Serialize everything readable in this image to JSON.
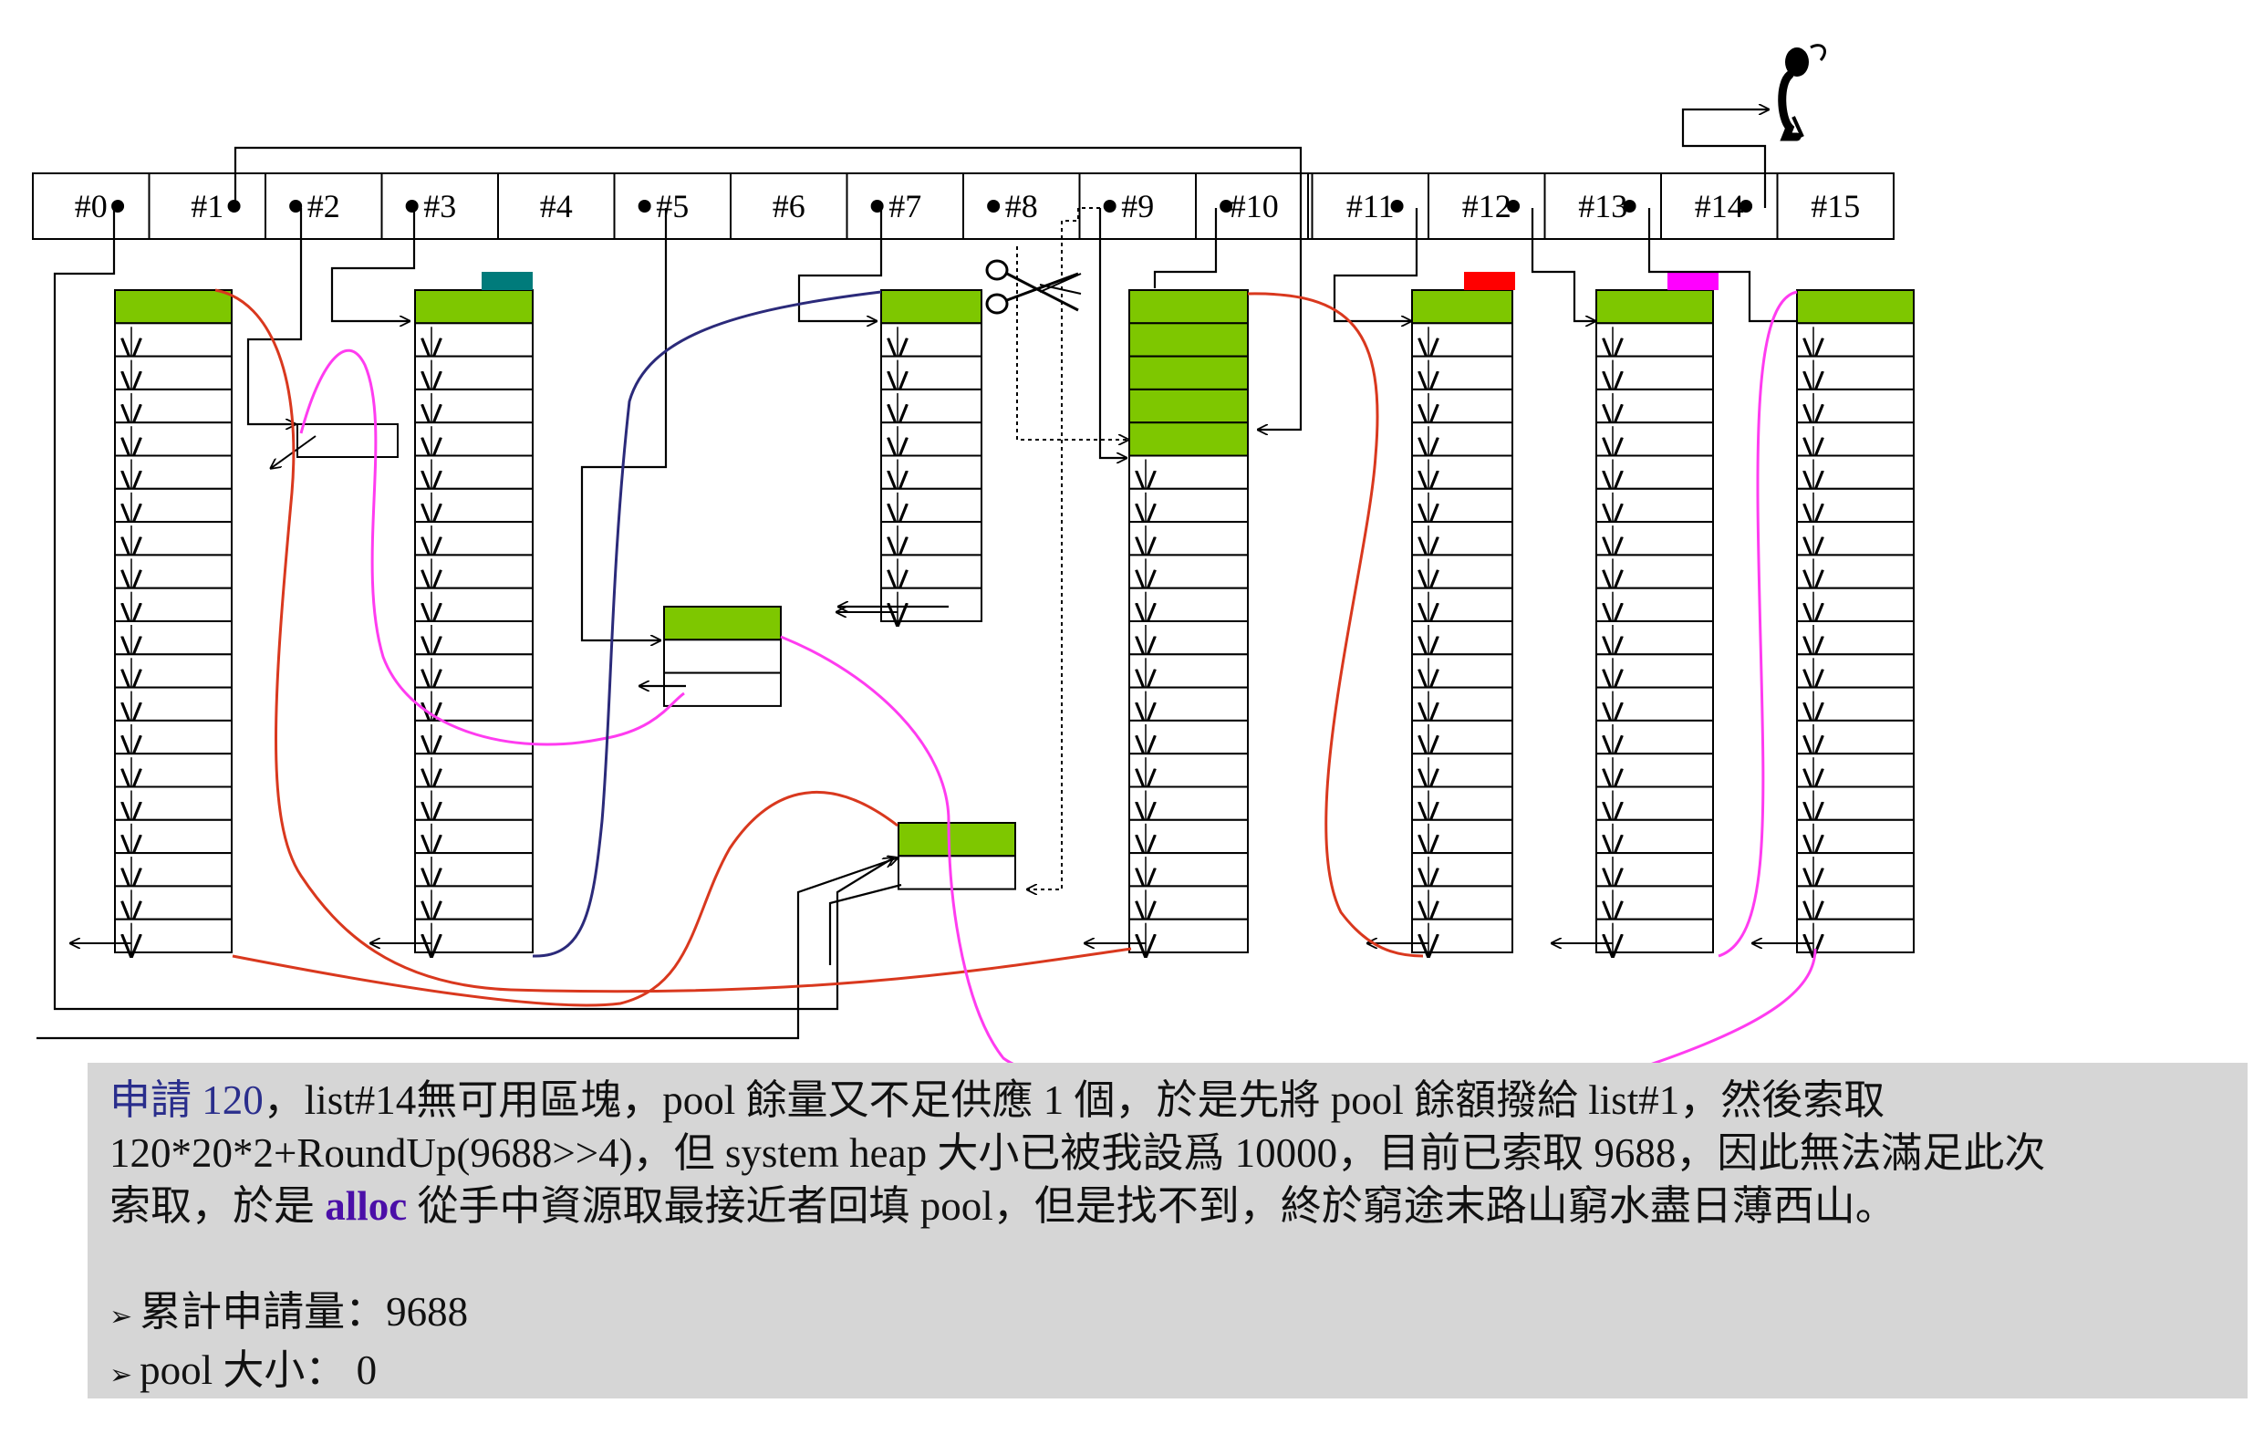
{
  "free_lists": {
    "labels": [
      "#0",
      "#1",
      "#2",
      "#3",
      "#4",
      "#5",
      "#6",
      "#7",
      "#8",
      "#9",
      "#10",
      "#11",
      "#12",
      "#13",
      "#14",
      "#15"
    ]
  },
  "colors": {
    "block_fill": "#7ec700",
    "link_red": "#d9381e",
    "link_magenta": "#ff3cf0",
    "link_navy": "#2b2a7a",
    "marker_teal": "#007b7b",
    "marker_red": "#ff0000",
    "marker_magenta": "#ff00ff",
    "note_bg": "#d6d6d6"
  },
  "icons": [
    "scissors-icon",
    "hanging-figure-icon"
  ],
  "note": {
    "line1_a": "申請 120",
    "line1_b": "，list#14無可用區塊，pool 餘量又不足供應 1 個，於是先將 pool 餘額撥給 list#1，然後索取",
    "line2": "120*20*2+RoundUp(9688>>4)，但 system heap 大小已被我設爲 10000，目前已索取 9688，因此無法滿足此次",
    "line3_a": "索取，於是 ",
    "line3_b": "alloc",
    "line3_c": " 從手中資源取最接近者回填 pool，但是找不到，終於窮途末路山窮水盡日薄西山。",
    "bullets": [
      {
        "mark": "➢",
        "text": "累計申請量：9688"
      },
      {
        "mark": "➢",
        "text": "pool 大小： 0"
      }
    ]
  }
}
